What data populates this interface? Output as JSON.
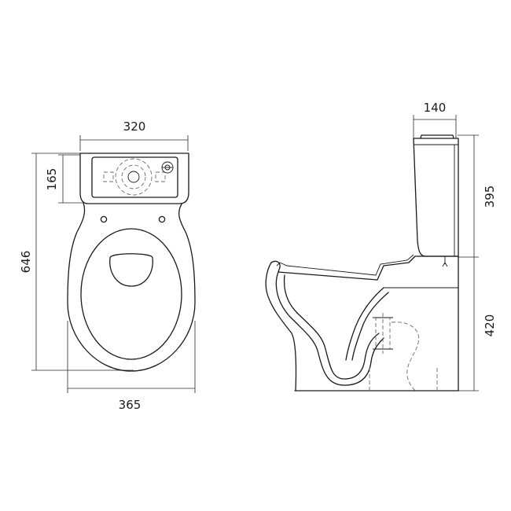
{
  "diagram": {
    "accent_color": "#1a1a1a",
    "top_view": {
      "dimensions": {
        "tank_width": "320",
        "tank_depth": "165",
        "total_length": "646",
        "bowl_width": "365"
      }
    },
    "side_view": {
      "dimensions": {
        "tank_top_depth": "140",
        "tank_height": "395",
        "bowl_height": "420"
      }
    }
  }
}
